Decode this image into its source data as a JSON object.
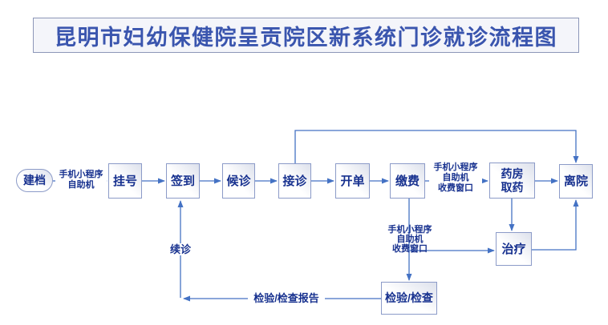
{
  "title": "昆明市妇幼保健院呈贡院区新系统门诊就诊流程图",
  "nodes": {
    "jiandang": {
      "label": "建档",
      "shape": "oval"
    },
    "guahao": {
      "label": "挂号",
      "shape": "rect"
    },
    "qiandao": {
      "label": "签到",
      "shape": "rect"
    },
    "houzhen": {
      "label": "候诊",
      "shape": "rect"
    },
    "jiezhen": {
      "label": "接诊",
      "shape": "rect"
    },
    "kaidan": {
      "label": "开单",
      "shape": "rect"
    },
    "jiaofei": {
      "label": "缴费",
      "shape": "rect"
    },
    "yaofang": {
      "label": "药房\n取药",
      "shape": "rect"
    },
    "liyuan": {
      "label": "离院",
      "shape": "rect"
    },
    "zhiliao": {
      "label": "治疗",
      "shape": "rect"
    },
    "jianyan": {
      "label": "检验/检查",
      "shape": "rect"
    }
  },
  "edge_labels": {
    "register_channel": "手机小程序\n自助机",
    "pharmacy_channel": "手机小程序\n自助机\n收费窗口",
    "exam_channel": "手机小程序\n自助机\n收费窗口",
    "continue_visit": "续诊",
    "exam_report": "检验/检查报告"
  },
  "edges": [
    {
      "from": "建档",
      "to": "挂号",
      "label": "手机小程序 自助机"
    },
    {
      "from": "挂号",
      "to": "签到",
      "label": ""
    },
    {
      "from": "签到",
      "to": "候诊",
      "label": ""
    },
    {
      "from": "候诊",
      "to": "接诊",
      "label": ""
    },
    {
      "from": "接诊",
      "to": "开单",
      "label": ""
    },
    {
      "from": "接诊",
      "to": "离院",
      "label": ""
    },
    {
      "from": "开单",
      "to": "缴费",
      "label": ""
    },
    {
      "from": "缴费",
      "to": "药房取药",
      "label": "手机小程序 自助机 收费窗口"
    },
    {
      "from": "药房取药",
      "to": "离院",
      "label": ""
    },
    {
      "from": "药房取药",
      "to": "治疗",
      "label": ""
    },
    {
      "from": "缴费",
      "to": "检验/检查",
      "label": "手机小程序 自助机 收费窗口"
    },
    {
      "from": "缴费",
      "to": "治疗",
      "label": ""
    },
    {
      "from": "治疗",
      "to": "离院",
      "label": ""
    },
    {
      "from": "检验/检查",
      "to": "签到",
      "label": "检验/检查报告 续诊"
    }
  ],
  "colors": {
    "connector": "#4472C4",
    "node_border": "#8C9BC8",
    "node_text": "#17318F",
    "title_text": "#3A55AE",
    "title_border": "#8C96B8",
    "title_bg": "#F4F5FA"
  }
}
